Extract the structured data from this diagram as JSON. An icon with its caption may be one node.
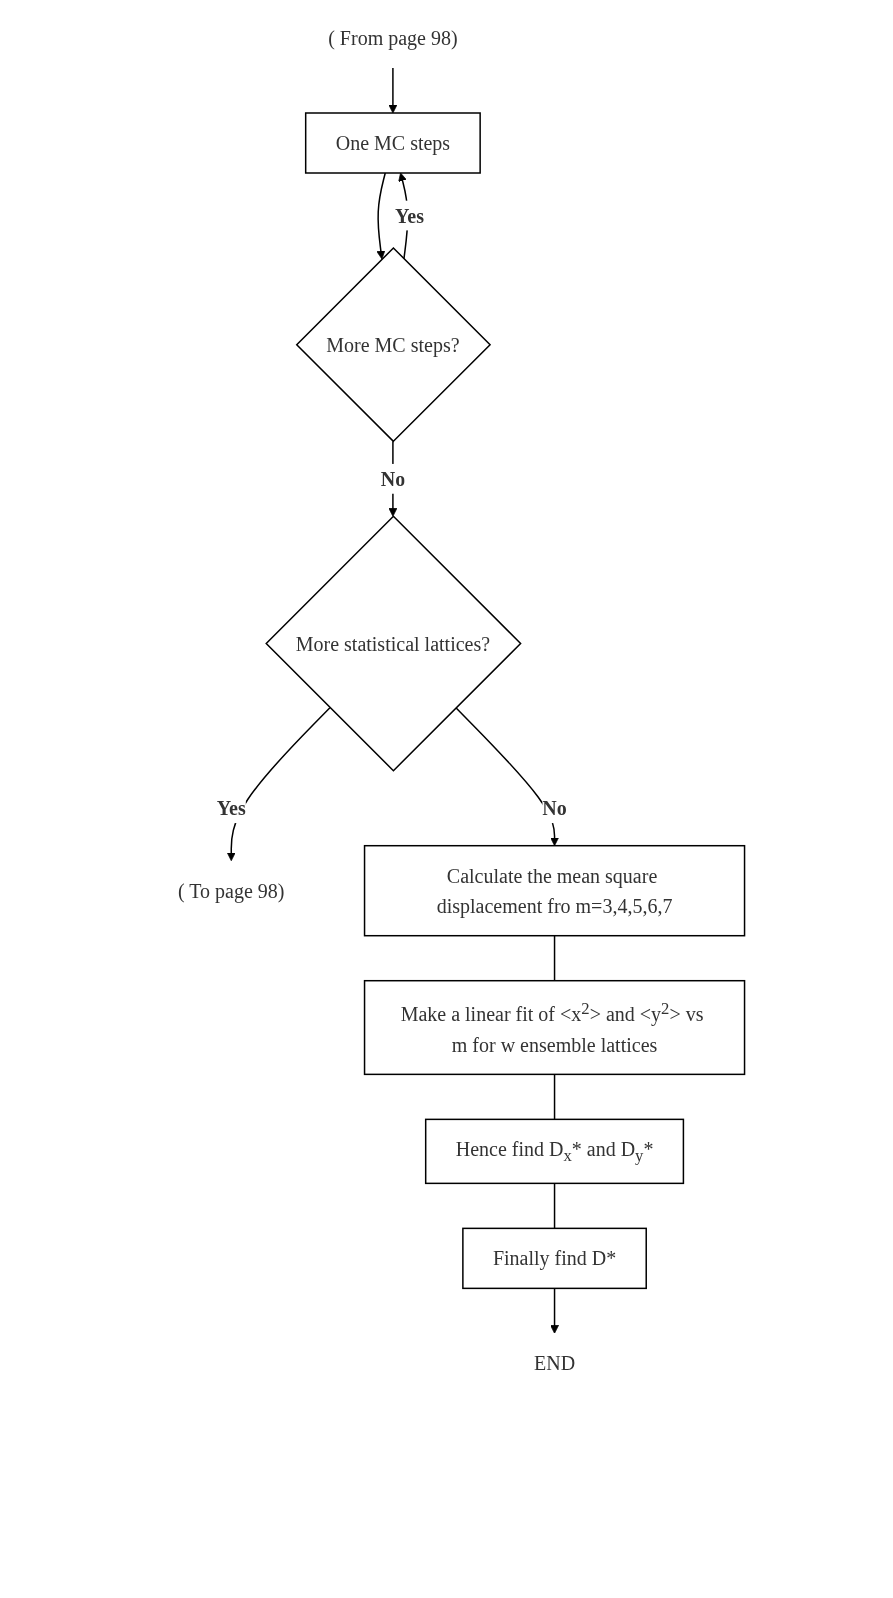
{
  "diagram": {
    "nodes": [
      {
        "text": [
          "( To page 98)"
        ]
      },
      {
        "text": [
          "( From page 98)"
        ]
      },
      {
        "text": [
          "One MC steps"
        ]
      },
      {
        "text": [
          "More MC steps?"
        ]
      },
      {
        "text": [
          "More statistical lattices?"
        ]
      },
      {
        "text": [
          "Calculate the mean square displacement fro m=3,4,5,6,7"
        ]
      },
      {
        "text": [
          "Make a linear fit of <x$^{2}$> and <y$^{2}$> vs m for w ensemble lattices"
        ]
      },
      {
        "text": [
          "Hence find D$_{x}$* and D$_{y}$*"
        ]
      },
      {
        "text": [
          "Finally find D*"
        ]
      },
      {
        "text": [
          "END"
        ]
      }
    ],
    "edges": [
      {
        "from": 1,
        "to": 2,
        "arrow": "to"
      },
      {
        "from": 2,
        "to": 3,
        "arrow": "to"
      },
      {
        "from": 3,
        "to": 2,
        "arrow": "to",
        "label": "Yes"
      },
      {
        "from": 3,
        "to": 4,
        "arrow": "to",
        "label": "No"
      },
      {
        "from": 4,
        "to": 0,
        "arrow": "to",
        "label": "Yes"
      },
      {
        "from": 4,
        "to": 5,
        "arrow": "to",
        "label": "No"
      },
      {
        "from": 5,
        "to": 6,
        "arrow": "none"
      },
      {
        "from": 6,
        "to": 7,
        "arrow": "none"
      },
      {
        "from": 7,
        "to": 8,
        "arrow": "none"
      },
      {
        "from": 8,
        "to": 9,
        "arrow": "to"
      }
    ]
  }
}
